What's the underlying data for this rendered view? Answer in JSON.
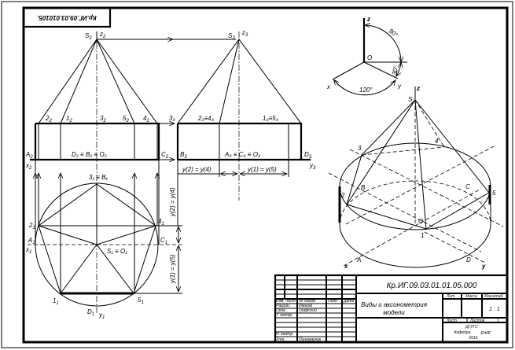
{
  "stamp": {
    "code_upside_down": "Кр.ИГ.09.03.010105."
  },
  "front_view": {
    "apex": [
      "S",
      "2"
    ],
    "axis_z": [
      "z",
      "2"
    ],
    "axis_x": [
      "x",
      "2"
    ],
    "top_points": [
      [
        "2",
        "2"
      ],
      [
        "1",
        "2"
      ],
      [
        "3",
        "2"
      ],
      [
        "5",
        "2"
      ],
      [
        "4",
        "2"
      ]
    ],
    "base_left": [
      "A",
      "2"
    ],
    "base_center": "D₂ ≡ B₂ ≡ O₂",
    "base_right": [
      "C",
      "2"
    ]
  },
  "side_view": {
    "apex": [
      "S",
      "3"
    ],
    "axis_z": [
      "z",
      "3"
    ],
    "axis_y": [
      "y",
      "3"
    ],
    "top_points": [
      "3₃",
      "2₃≡4₃",
      "1₃≡5₃"
    ],
    "base_left": [
      "B",
      "3"
    ],
    "base_center": "A₃ ≡ C₃ ≡ O₃",
    "base_right": [
      "D",
      "3"
    ],
    "dim_left": "y(2) = y(4)",
    "dim_right": "y(1) = y(5)"
  },
  "top_view": {
    "top": "3₁ ≡ B₁",
    "left_point": [
      "2",
      "1"
    ],
    "right_point": [
      "4",
      "1"
    ],
    "left": [
      "A",
      "1"
    ],
    "axis_x": [
      "x",
      "1"
    ],
    "right": [
      "C",
      "1"
    ],
    "center": "S₁ ≡ O₁",
    "bottom_left": [
      "1",
      "1"
    ],
    "bottom_right": [
      "5",
      "1"
    ],
    "bottom": [
      "D",
      "1"
    ],
    "axis_y": [
      "y",
      "1"
    ],
    "dim_upper": "y(2) = y(4)",
    "dim_lower": "y(1) = y(5)"
  },
  "axes": {
    "z": "z",
    "x": "x",
    "y": "y",
    "origin": "O",
    "angle_90": "90°",
    "angle_30": "30°",
    "angle_120": "120°"
  },
  "isometric": {
    "z": "z",
    "apex": "S",
    "p1": "1",
    "p2": "2",
    "p3": "3",
    "p4": "4",
    "p5": "5",
    "A": "A",
    "B": "B",
    "C": "C",
    "D": "D",
    "O": "O",
    "x": "x",
    "y": "y"
  },
  "title_block": {
    "code": "Кр.ИГ.09.03.01.01.05.000",
    "title_line1": "Виды и аксонометрия",
    "title_line2": "модели",
    "headers": [
      "Изм.",
      "Лист",
      "№ докум.",
      "Подп.",
      "Дата"
    ],
    "rows": [
      [
        "Разраб.",
        "Иванов"
      ],
      [
        "Пров.",
        "Графский"
      ],
      [
        "Т. контр.",
        ""
      ],
      [
        "",
        ""
      ],
      [
        "Н. контр.",
        ""
      ],
      [
        "Утв.",
        "Пономарчук"
      ]
    ],
    "lit": "Лит",
    "mass": "Масса",
    "scale_label": "Масштаб",
    "scale": "1 : 1",
    "sheet": "Лист",
    "sheets": "Листов",
    "sheets_count": "1",
    "org1": "ДГУГС",
    "org2": "Кафедра",
    "org3": "ЕНИГ",
    "year": "2016"
  }
}
